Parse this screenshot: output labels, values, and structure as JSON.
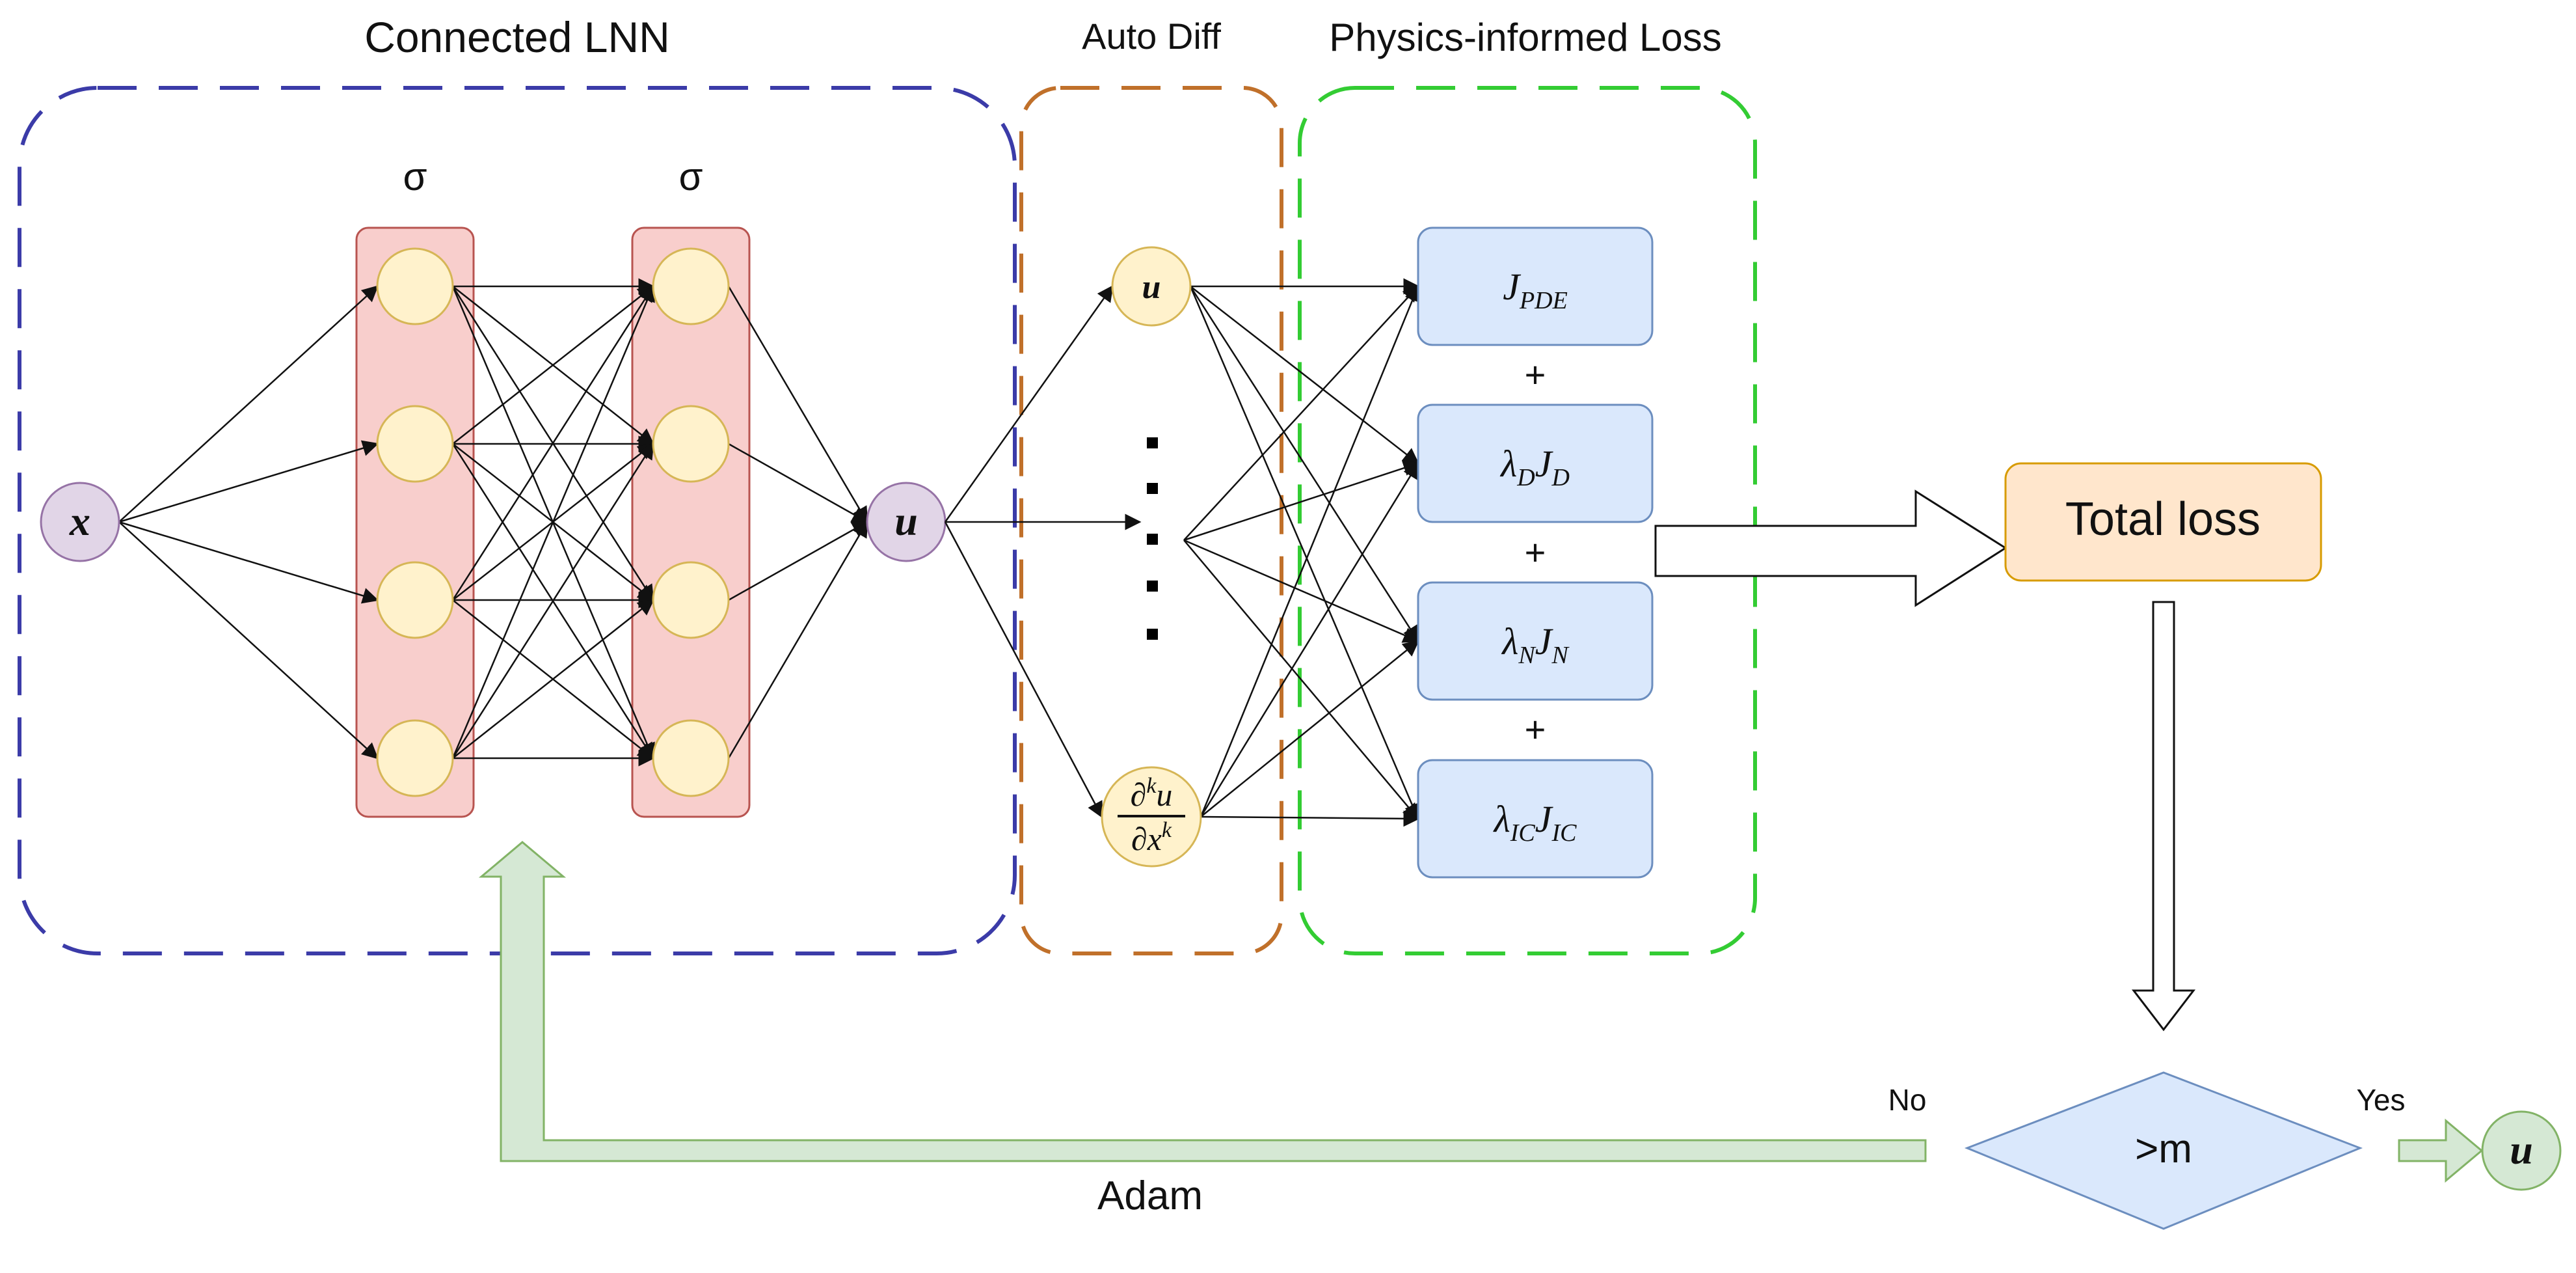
{
  "titles": {
    "network": "Connected LNN",
    "autodiff": "Auto Diff",
    "physics": "Physics-informed Loss"
  },
  "activation": {
    "layer1": "σ",
    "layer2": "σ"
  },
  "network": {
    "input": "x",
    "output": "u",
    "hidden_layers": [
      4,
      4
    ]
  },
  "autodiff": {
    "top_node": "u",
    "derivative_numerator": "∂",
    "derivative_num_power": "k",
    "derivative_num_var": "u",
    "derivative_denominator": "∂x",
    "derivative_den_power": "k"
  },
  "loss_terms": [
    {
      "coef": "",
      "coef_sub": "",
      "term": "J",
      "term_sub": "PDE"
    },
    {
      "coef": "λ",
      "coef_sub": "D",
      "term": "J",
      "term_sub": "D"
    },
    {
      "coef": "λ",
      "coef_sub": "N",
      "term": "J",
      "term_sub": "N"
    },
    {
      "coef": "λ",
      "coef_sub": "IC",
      "term": "J",
      "term_sub": "IC"
    }
  ],
  "plus_signs": [
    "+",
    "+",
    "+"
  ],
  "total_loss": "Total loss",
  "decision": ">m",
  "branches": {
    "no": "No",
    "yes": "Yes",
    "optimizer": "Adam"
  },
  "final_output": "u",
  "colors": {
    "network_border": "#3b3ba8",
    "autodiff_border": "#c0702a",
    "physics_border": "#33cc33",
    "neuron_fill": "#fff2cc",
    "neuron_stroke": "#d6b656",
    "layer_fill": "#f8cecc",
    "layer_stroke": "#b85450",
    "io_fill": "#e1d5e7",
    "io_stroke": "#9673a6",
    "loss_fill": "#dae8fc",
    "loss_stroke": "#6c8ebf",
    "total_fill": "#ffe6cc",
    "total_stroke": "#d79b00",
    "feedback_fill": "#d5e8d4",
    "feedback_stroke": "#82b366"
  }
}
